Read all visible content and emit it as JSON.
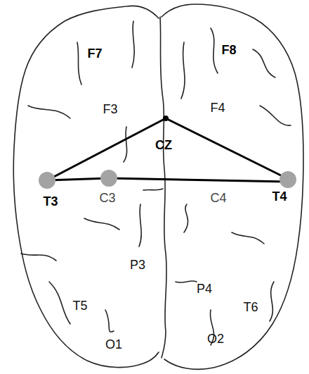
{
  "diagram": {
    "labels": [
      "F7",
      "F8",
      "F3",
      "F4",
      "CZ",
      "T3",
      "C3",
      "C4",
      "T4",
      "P3",
      "P4",
      "T5",
      "T6",
      "O1",
      "O2"
    ]
  }
}
